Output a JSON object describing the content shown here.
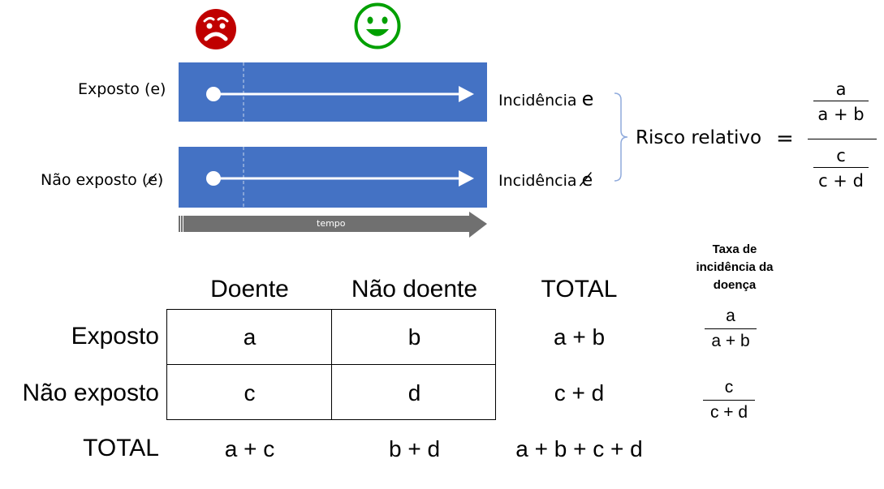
{
  "faces": {
    "sad": "sad-face",
    "happy": "happy-face",
    "sad_color": "#c00000",
    "happy_color": "#00a000"
  },
  "timeline": {
    "exposed_label": "Exposto (e)",
    "unexposed_label": "Não exposto (e̸)",
    "incidence_exposed_word": "Incidência",
    "incidence_exposed_sym": "e",
    "incidence_unexposed_word": "Incidência",
    "incidence_unexposed_sym": "e̸",
    "time_label": "tempo",
    "bar_color": "#4472c4",
    "time_arrow_color": "#707070"
  },
  "relative_risk": {
    "label": "Risco relativo",
    "equals": "=",
    "num_top": "a",
    "num_bottom": "a + b",
    "den_top": "c",
    "den_bottom": "c + d"
  },
  "table": {
    "col_headers": [
      "Doente",
      "Não doente",
      "TOTAL"
    ],
    "rows": [
      {
        "label": "Exposto",
        "cells": [
          "a",
          "b"
        ],
        "total": "a + b"
      },
      {
        "label": "Não exposto",
        "cells": [
          "c",
          "d"
        ],
        "total": "c + d"
      }
    ],
    "total_row": {
      "label": "TOTAL",
      "values": [
        "a + c",
        "b + d",
        "a + b + c + d"
      ]
    }
  },
  "incidence_rate": {
    "title": "Taxa de incidência da doença",
    "rows": [
      {
        "num": "a",
        "den": "a + b"
      },
      {
        "num": "c",
        "den": "c + d"
      }
    ]
  }
}
